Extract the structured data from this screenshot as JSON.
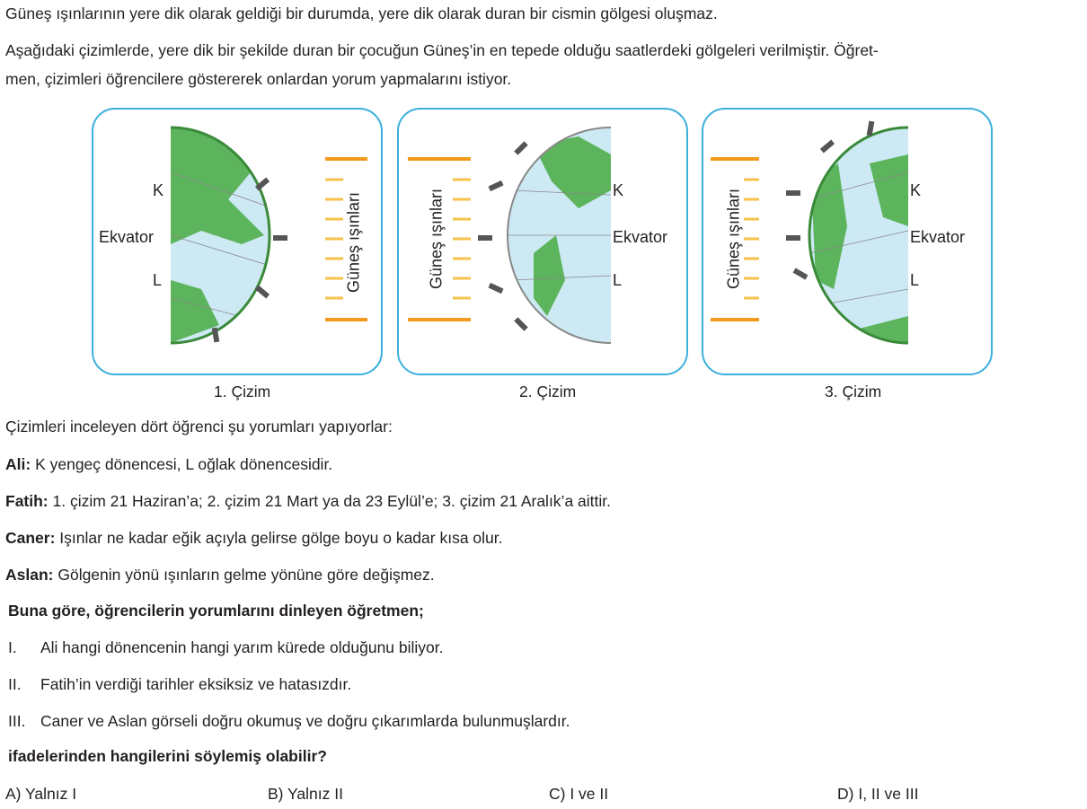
{
  "intro": {
    "line1": "Güneş ışınlarının yere dik olarak geldiği bir durumda, yere dik olarak duran bir cismin gölgesi oluşmaz.",
    "line2": "Aşağıdaki çizimlerde, yere dik bir şekilde duran bir çocuğun Güneş’in en tepede olduğu saatlerdeki gölgeleri verilmiştir. Öğret-",
    "line3": "men, çizimleri öğrencilere göstererek onlardan yorum yapmalarını istiyor."
  },
  "figures": {
    "label_k": "K",
    "label_ekvator": "Ekvator",
    "label_l": "L",
    "rays_label": "Güneş ışınları",
    "captions": [
      "1. Çizim",
      "2. Çizim",
      "3. Çizim"
    ],
    "colors": {
      "border": "#3cb0dd",
      "ocean": "#cde9f4",
      "land": "#5cb55c",
      "ray": "#f39a1e"
    }
  },
  "comments": {
    "intro": "Çizimleri inceleyen dört öğrenci şu yorumları yapıyorlar:",
    "items": [
      {
        "name": "Ali:",
        "text": " K yengeç dönencesi, L oğlak dönencesidir."
      },
      {
        "name": "Fatih:",
        "text": " 1. çizim 21 Haziran’a; 2. çizim 21 Mart ya da 23 Eylül’e; 3. çizim 21 Aralık’a aittir."
      },
      {
        "name": "Caner:",
        "text": " Işınlar ne kadar eğik açıyla gelirse gölge boyu o kadar kısa olur."
      },
      {
        "name": "Aslan:",
        "text": " Gölgenin yönü ışınların gelme yönüne göre değişmez."
      }
    ]
  },
  "question": {
    "lead": "Buna göre, öğrencilerin yorumlarını dinleyen öğretmen;",
    "statements": [
      {
        "num": "I.",
        "text": "Ali hangi dönencenin hangi yarım kürede olduğunu biliyor."
      },
      {
        "num": "II.",
        "text": "Fatih’in verdiği tarihler eksiksiz ve hatasızdır."
      },
      {
        "num": "III.",
        "text": "Caner ve Aslan görseli doğru okumuş ve doğru çıkarımlarda bulunmuşlardır."
      }
    ],
    "ask": "ifadelerinden hangilerini söylemiş olabilir?",
    "options": [
      "A) Yalnız I",
      "B) Yalnız II",
      "C) I ve II",
      "D) I, II ve III"
    ]
  }
}
